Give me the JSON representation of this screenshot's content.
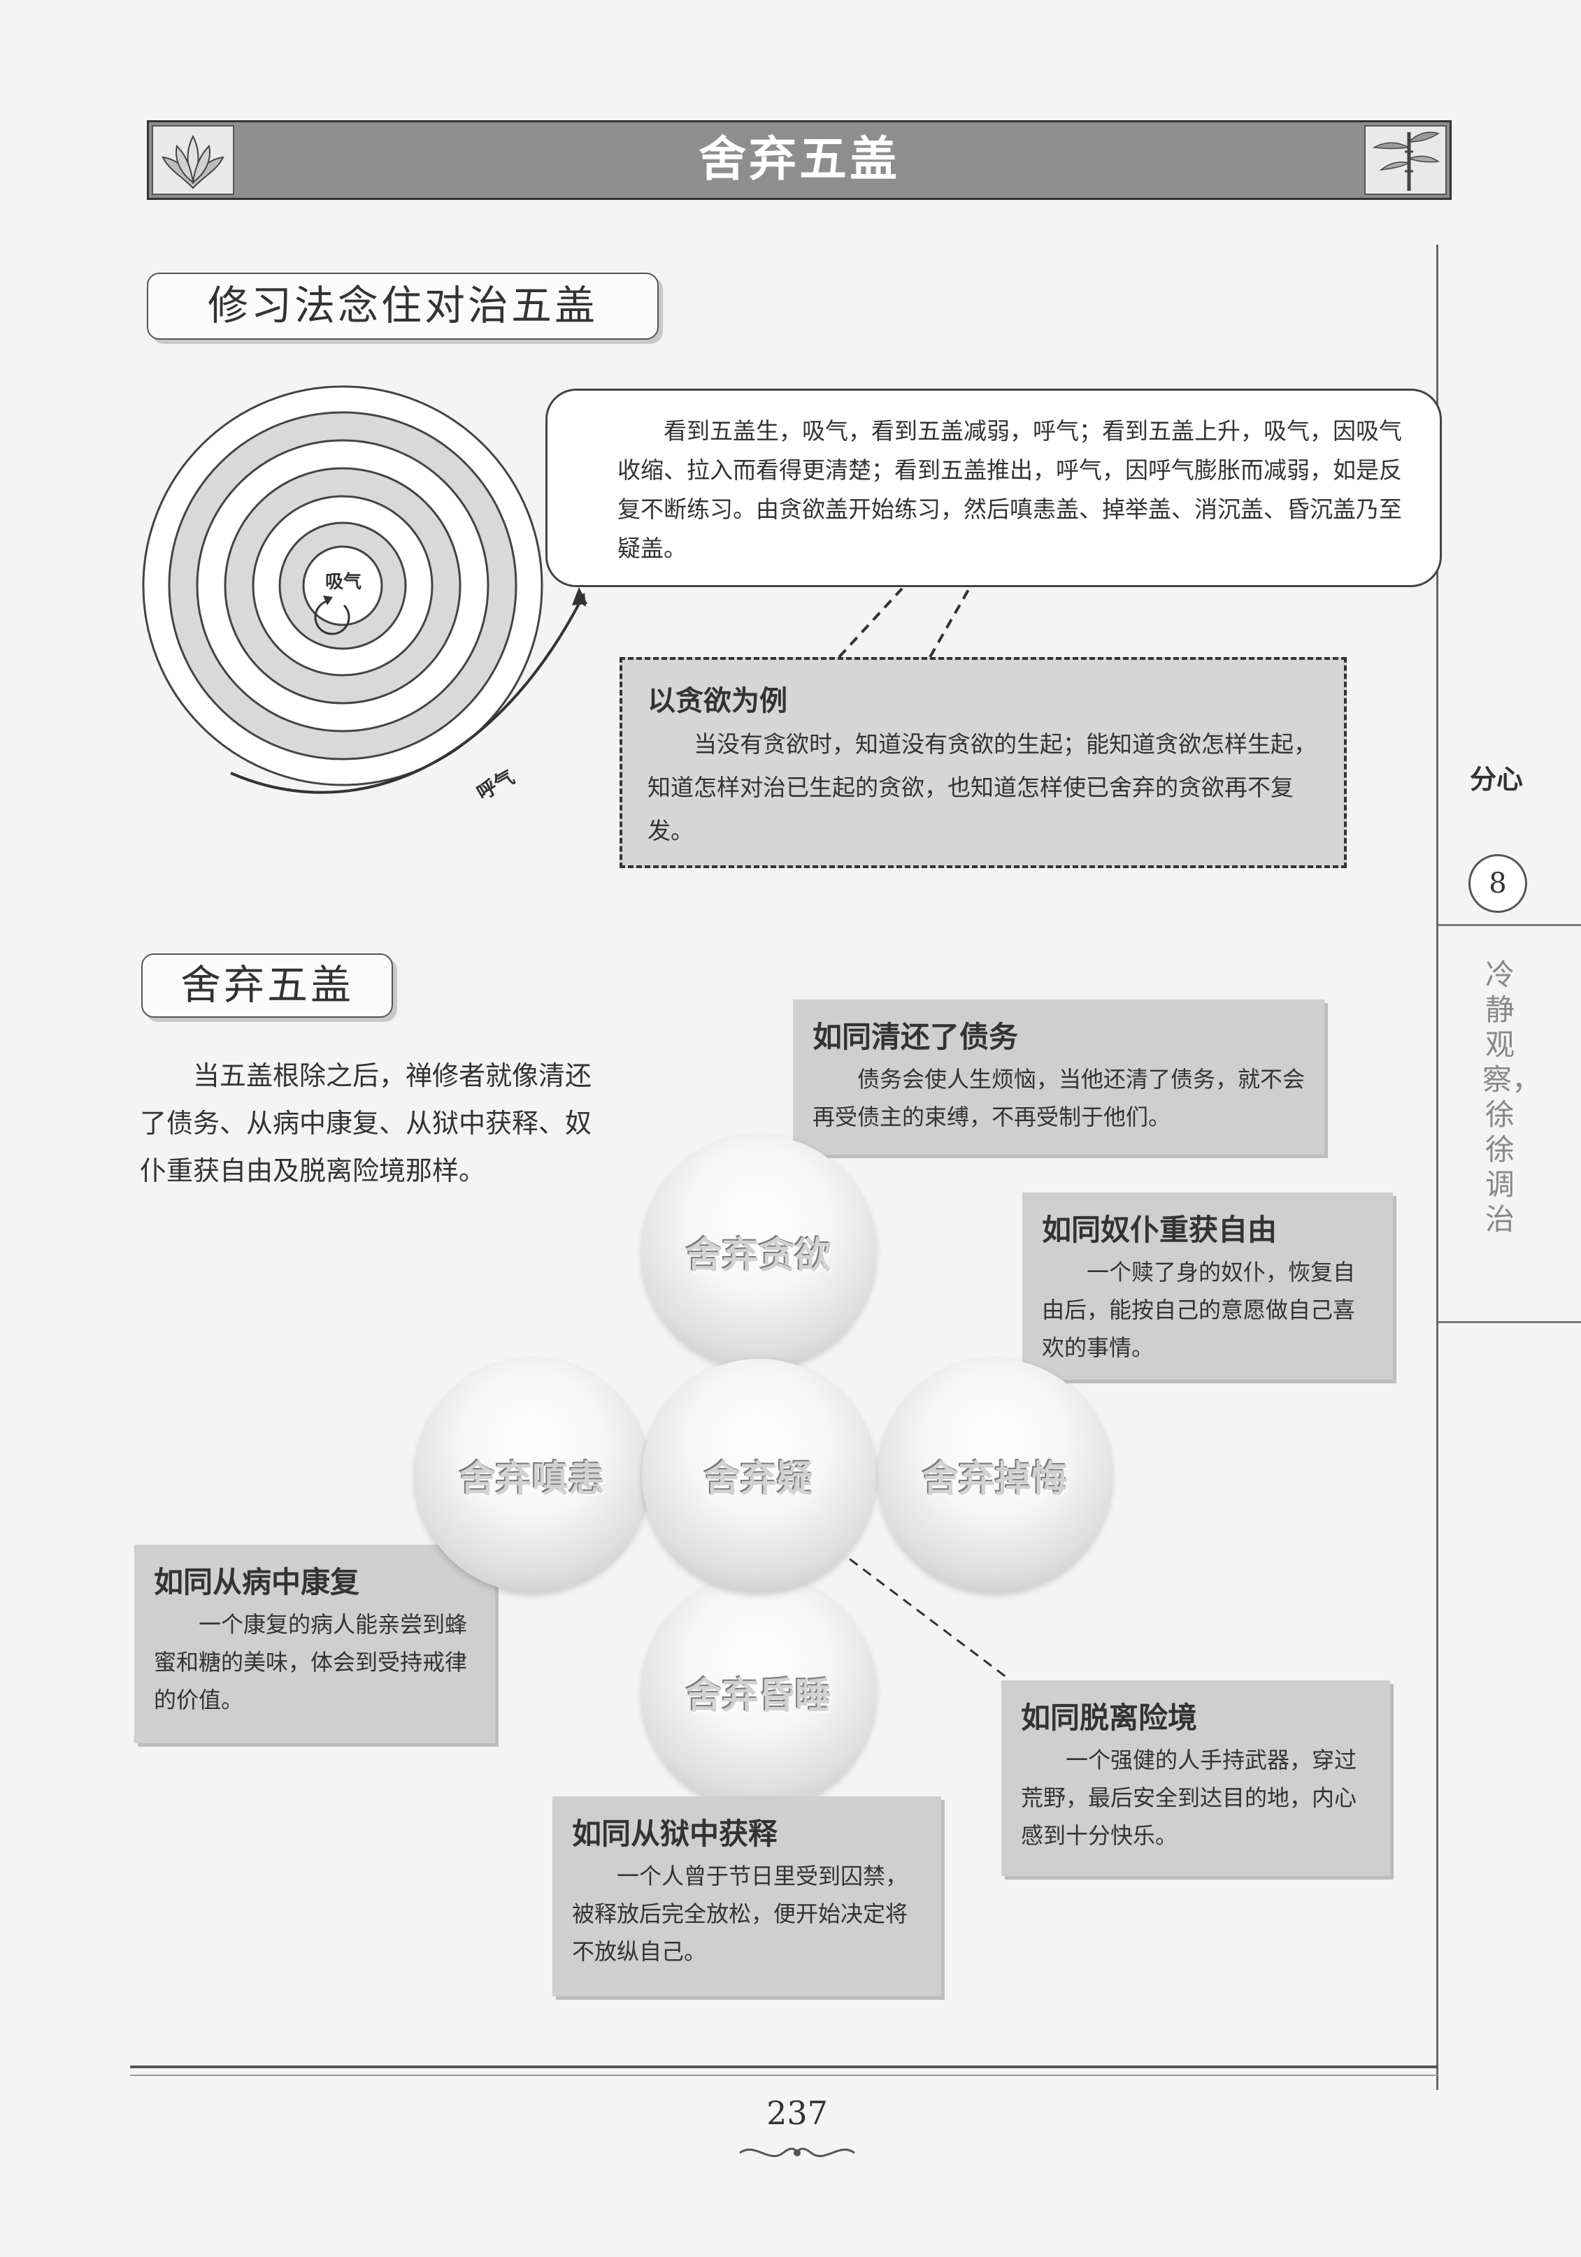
{
  "header": {
    "title": "舍弃五盖"
  },
  "section1": {
    "label": "修习法念住对治五盖",
    "diagram": {
      "inhale_label": "吸气",
      "exhale_label": "呼气"
    },
    "callout_text": "看到五盖生，吸气，看到五盖减弱，呼气；看到五盖上升，吸气，因吸气收缩、拉入而看得更清楚；看到五盖推出，呼气，因呼气膨胀而减弱，如是反复不断练习。由贪欲盖开始练习，然后嗔恚盖、掉举盖、消沉盖、昏沉盖乃至疑盖。",
    "example": {
      "title": "以贪欲为例",
      "text": "当没有贪欲时，知道没有贪欲的生起；能知道贪欲怎样生起，知道怎样对治已生起的贪欲，也知道怎样使已舍弃的贪欲再不复发。"
    }
  },
  "section2": {
    "label": "舍弃五盖",
    "intro": "当五盖根除之后，禅修者就像清还了债务、从病中康复、从狱中获释、奴仆重获自由及脱离险境那样。",
    "spheres": {
      "top": "舍弃贪欲",
      "left": "舍弃嗔恚",
      "center": "舍弃疑",
      "right": "舍弃掉悔",
      "bottom": "舍弃昏睡"
    },
    "analogies": {
      "debt": {
        "title": "如同清还了债务",
        "text": "债务会使人生烦恼，当他还清了债务，就不会再受债主的束缚，不再受制于他们。"
      },
      "slave": {
        "title": "如同奴仆重获自由",
        "text": "一个赎了身的奴仆，恢复自由后，能按自己的意愿做自己喜欢的事情。"
      },
      "illness": {
        "title": "如同从病中康复",
        "text": "一个康复的病人能亲尝到蜂蜜和糖的美味，体会到受持戒律的价值。"
      },
      "prison": {
        "title": "如同从狱中获释",
        "text": "一个人曾于节日里受到囚禁，被释放后完全放松，便开始决定将不放纵自己。"
      },
      "danger": {
        "title": "如同脱离险境",
        "text": "一个强健的人手持武器，穿过荒野，最后安全到达目的地，内心感到十分快乐。"
      }
    }
  },
  "side_tab": {
    "chapter": "分心",
    "number": "8",
    "title": "冷静观察，徐徐调治"
  },
  "footer": {
    "page_number": "237"
  }
}
